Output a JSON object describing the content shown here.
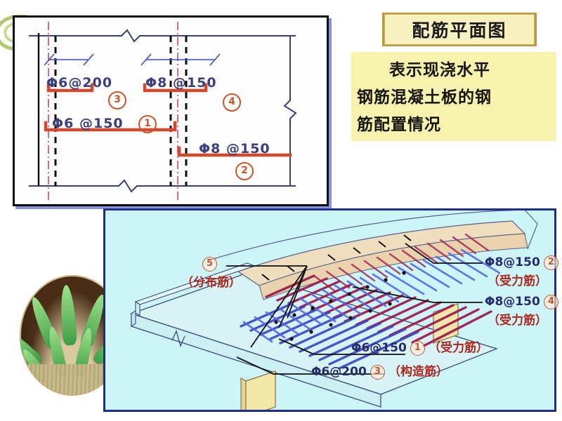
{
  "title_plate": {
    "text": "配筋平面图"
  },
  "description": {
    "lines": [
      "表示现浇水平",
      "钢筋混凝土板的钢",
      "筋配置情况"
    ]
  },
  "plan_view": {
    "name": "配筋平面图",
    "labels": [
      {
        "id": "p3",
        "spec": "Φ6@200",
        "marker": "3"
      },
      {
        "id": "p4",
        "spec": "Φ8  @150",
        "marker": "4"
      },
      {
        "id": "p1",
        "spec": "Φ6 @150",
        "marker": "1"
      },
      {
        "id": "p2",
        "spec": "Φ8 @150",
        "marker": "2"
      }
    ]
  },
  "iso_view": {
    "callouts": [
      {
        "id": "c5",
        "marker": "5",
        "spec": "",
        "note": "（分布筋）"
      },
      {
        "id": "c2",
        "marker": "2",
        "spec": "Φ8@150",
        "note": "（受力筋）"
      },
      {
        "id": "c4",
        "marker": "4",
        "spec": "Φ8@150",
        "note": "（受力筋）"
      },
      {
        "id": "c1",
        "marker": "1",
        "spec": "Φ6@150",
        "note": "（受力筋）"
      },
      {
        "id": "c3",
        "marker": "3",
        "spec": "Φ6@200",
        "note": "（构造筋）"
      }
    ]
  },
  "colors": {
    "panel_bg": "#cdf4f6",
    "panel_border": "#1d2d8f",
    "title_bg": "#f7f0bf",
    "title_border": "#b99a3a",
    "desc_bg": "#f7f2ad",
    "rebar_red": "#d9472a",
    "rebar_blue": "#3b49c9",
    "rebar_crimson": "#a01a4e",
    "marker_orange": "#c6572b",
    "spec_navy": "#3b3f7d",
    "note_red": "#b0261d",
    "slab_tan": "#ecd9b6",
    "beam_yellow": "#f2e7a8"
  }
}
